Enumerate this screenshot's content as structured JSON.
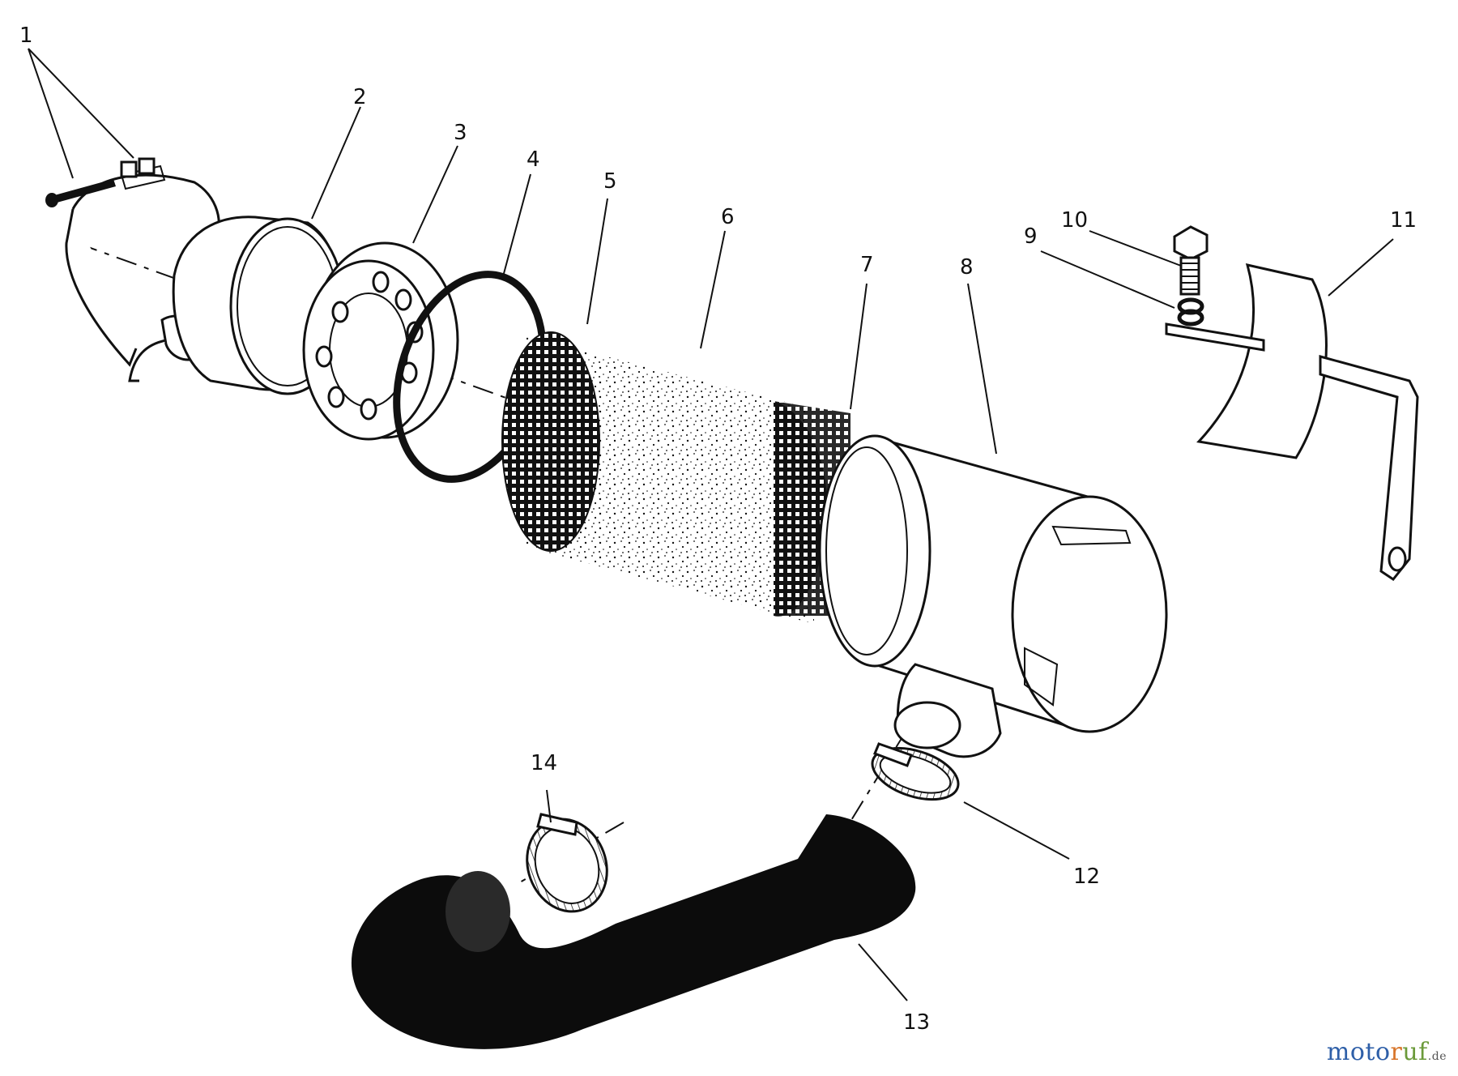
{
  "callouts": [
    "1",
    "2",
    "3",
    "4",
    "5",
    "6",
    "7",
    "8",
    "9",
    "10",
    "11",
    "12",
    "13",
    "14"
  ],
  "watermark": {
    "part_a": "moto",
    "part_b": "r",
    "part_c": "uf",
    "part_d": ".de"
  },
  "colors": {
    "line": "#111111",
    "background": "#ffffff",
    "watermark_blue": "#2e5fa8",
    "watermark_orange": "#d8752a",
    "watermark_green": "#6b9a3a"
  }
}
